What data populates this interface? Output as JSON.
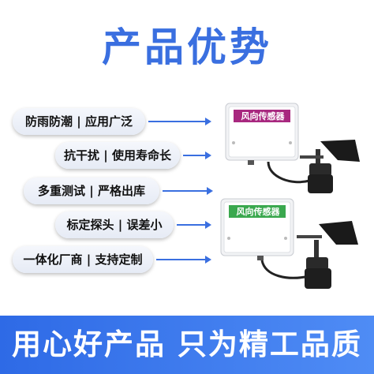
{
  "title": "产品优势",
  "features": [
    "防雨防潮 | 应用广泛",
    "抗干扰 | 使用寿命长",
    "多重测试 | 严格出库",
    "标定探头 | 误差小",
    "一体化厂商 | 支持定制"
  ],
  "devices": [
    {
      "label": "风向传感器",
      "color": "#a8287f"
    },
    {
      "label": "风向传感器",
      "color": "#3aa84e"
    }
  ],
  "slogan": "用心好产品 只为精工品质",
  "colors": {
    "accent": "#3a6fe0",
    "banner": "#2e6ae6"
  }
}
